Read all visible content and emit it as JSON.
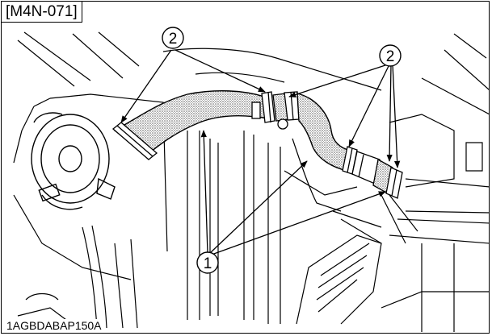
{
  "figure": {
    "ref_tag": "[M4N-071]",
    "image_code": "1AGBDABAP150A"
  },
  "callouts": {
    "top_left": "2",
    "top_right": "2",
    "bottom": "1"
  }
}
